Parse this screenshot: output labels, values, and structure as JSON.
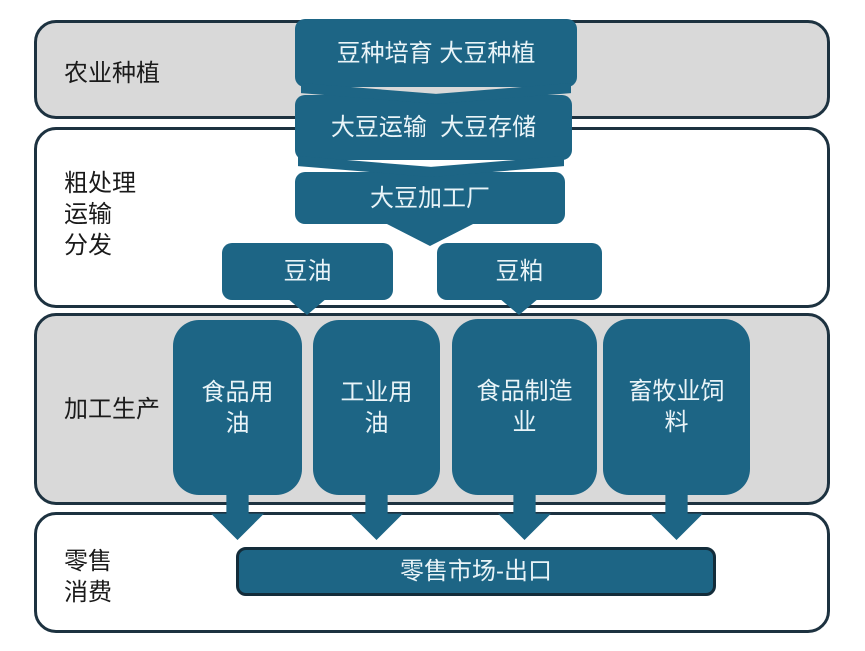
{
  "colors": {
    "node_teal": "#1d6585",
    "band_border_navy": "#1d3240",
    "band_gray": "#d9d9d9",
    "band_white": "#ffffff",
    "node_text": "#e9f4f8",
    "label_text": "#1a1a1a"
  },
  "bands": [
    {
      "id": "agriculture",
      "label_lines": [
        "农业种植"
      ]
    },
    {
      "id": "rough-processing",
      "label_lines": [
        "粗处理",
        "运输",
        "分发"
      ]
    },
    {
      "id": "production",
      "label_lines": [
        "加工生产"
      ]
    },
    {
      "id": "retail",
      "label_lines": [
        "零售",
        "消费"
      ]
    }
  ],
  "nodes": {
    "seed": {
      "label": "豆种培育 大豆种植"
    },
    "transport": {
      "label": "大豆运输  大豆存储"
    },
    "factory": {
      "label": "大豆加工厂"
    },
    "soy_oil": {
      "label": "豆油"
    },
    "soy_meal": {
      "label": "豆粕"
    },
    "food_oil": {
      "lines": [
        "食品用",
        "油"
      ]
    },
    "industrial_oil": {
      "lines": [
        "工业用",
        "油"
      ]
    },
    "food_mfg": {
      "lines": [
        "食品制造",
        "业"
      ]
    },
    "livestock_feed": {
      "lines": [
        "畜牧业饲",
        "料"
      ]
    },
    "retail_market": {
      "label": "零售市场-出口"
    }
  }
}
